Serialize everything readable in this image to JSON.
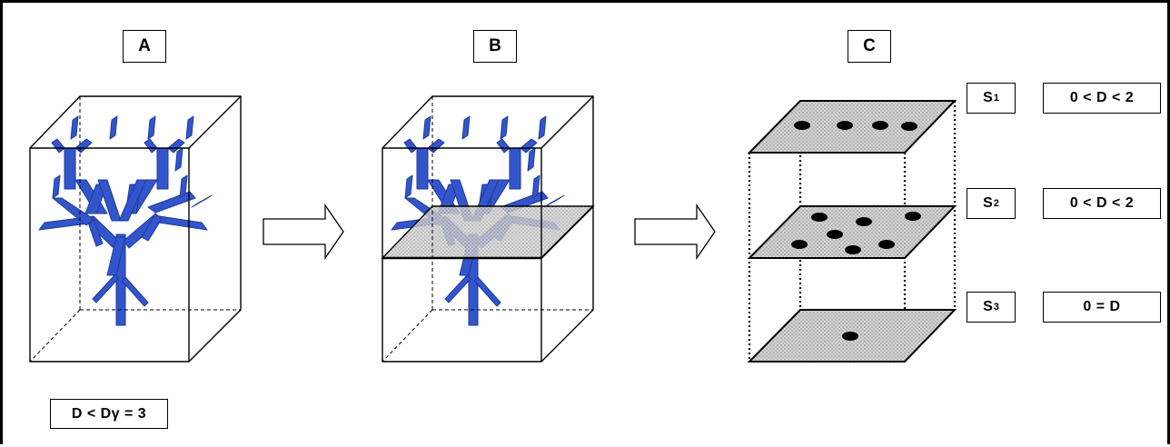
{
  "panels": [
    {
      "label": "A"
    },
    {
      "label": "B"
    },
    {
      "label": "C"
    }
  ],
  "sections": [
    {
      "name_main": "S",
      "name_sub": "1",
      "relation": "0 < D < 2"
    },
    {
      "name_main": "S",
      "name_sub": "2",
      "relation": "0 < D < 2"
    },
    {
      "name_main": "S",
      "name_sub": "3",
      "relation": "0 = D"
    }
  ],
  "dimension_note": "D < Dγ = 3",
  "colors": {
    "branch": "#3355cc",
    "plane_fill": "#cfcfcf",
    "outline": "#000000"
  },
  "icons": [
    "arrow-right-icon",
    "arrow-right-icon"
  ]
}
